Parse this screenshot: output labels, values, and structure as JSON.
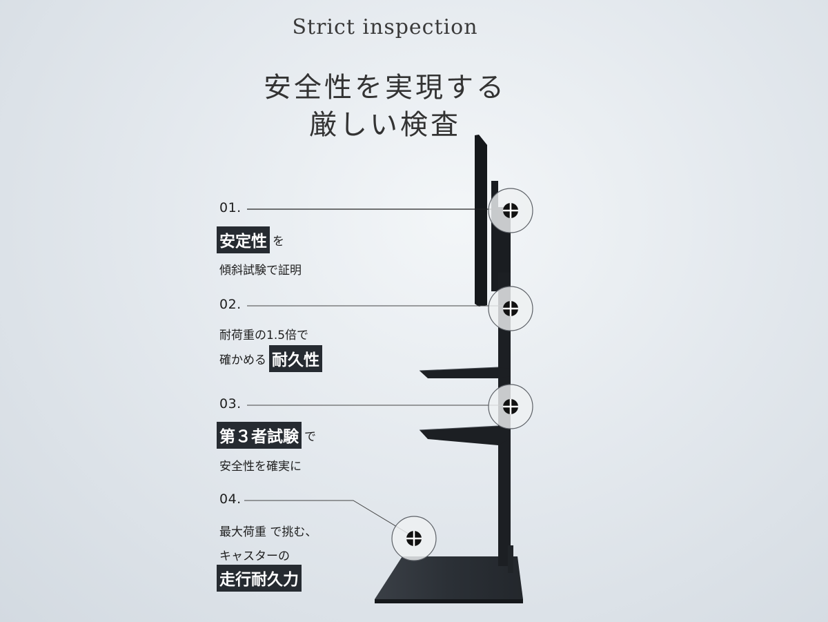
{
  "header": {
    "eyebrow": "Strict inspection",
    "title_line1": "安全性を実現する",
    "title_line2": "厳しい検査"
  },
  "points": [
    {
      "number": "01.",
      "line1_highlight": "安定性",
      "line1_text": "を",
      "line2_text": "傾斜試験で証明"
    },
    {
      "number": "02.",
      "line1_text": "耐荷重の1.5倍で",
      "line2_text": "確かめる",
      "line2_highlight": "耐久性"
    },
    {
      "number": "03.",
      "line1_highlight": "第３者試験",
      "line1_text": "で",
      "line2_text": "安全性を確実に"
    },
    {
      "number": "04.",
      "line1_text": "最大荷重 で挑む、",
      "line2_text": "キャスターの",
      "line3_highlight": "走行耐久力"
    }
  ],
  "icons": {
    "marker": "crosshair-circle-icon",
    "product": "tv-stand"
  },
  "colors": {
    "stand": "#1c1f23",
    "highlight_bg": "#262b31",
    "text": "#1e1e1e"
  }
}
